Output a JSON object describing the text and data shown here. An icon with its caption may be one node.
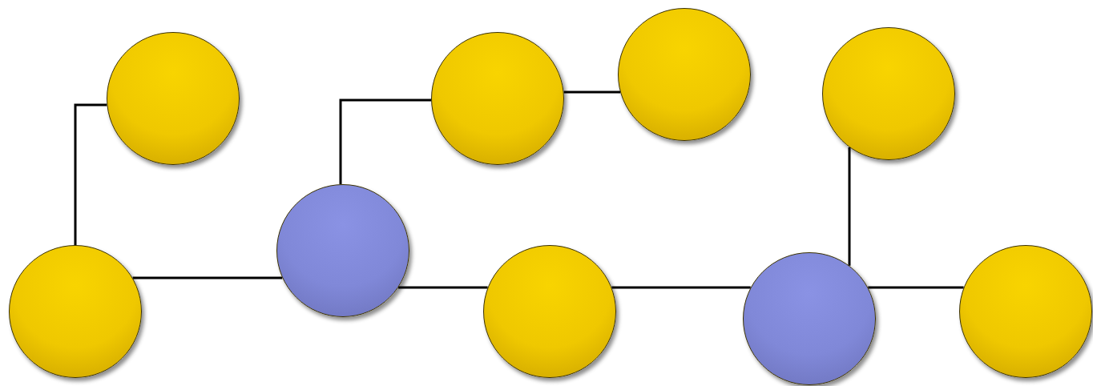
{
  "diagram": {
    "nodes": [
      {
        "text": [],
        "shape": "circle"
      },
      {
        "text": [],
        "shape": "circle"
      },
      {
        "text": [],
        "shape": "circle"
      },
      {
        "text": [],
        "shape": "circle"
      },
      {
        "text": [],
        "shape": "circle"
      },
      {
        "text": [],
        "shape": "circle"
      },
      {
        "text": [],
        "shape": "circle"
      },
      {
        "text": [],
        "shape": "circle"
      },
      {
        "text": [],
        "shape": "circle"
      }
    ],
    "edges": [
      {
        "from": 5,
        "to": 0,
        "arrow": "none"
      },
      {
        "from": 5,
        "to": 4,
        "arrow": "none"
      },
      {
        "from": 4,
        "to": 1,
        "arrow": "none"
      },
      {
        "from": 1,
        "to": 2,
        "arrow": "none"
      },
      {
        "from": 4,
        "to": 6,
        "arrow": "none"
      },
      {
        "from": 6,
        "to": 7,
        "arrow": "none"
      },
      {
        "from": 3,
        "to": 7,
        "arrow": "none"
      },
      {
        "from": 7,
        "to": 8,
        "arrow": "none"
      }
    ]
  }
}
